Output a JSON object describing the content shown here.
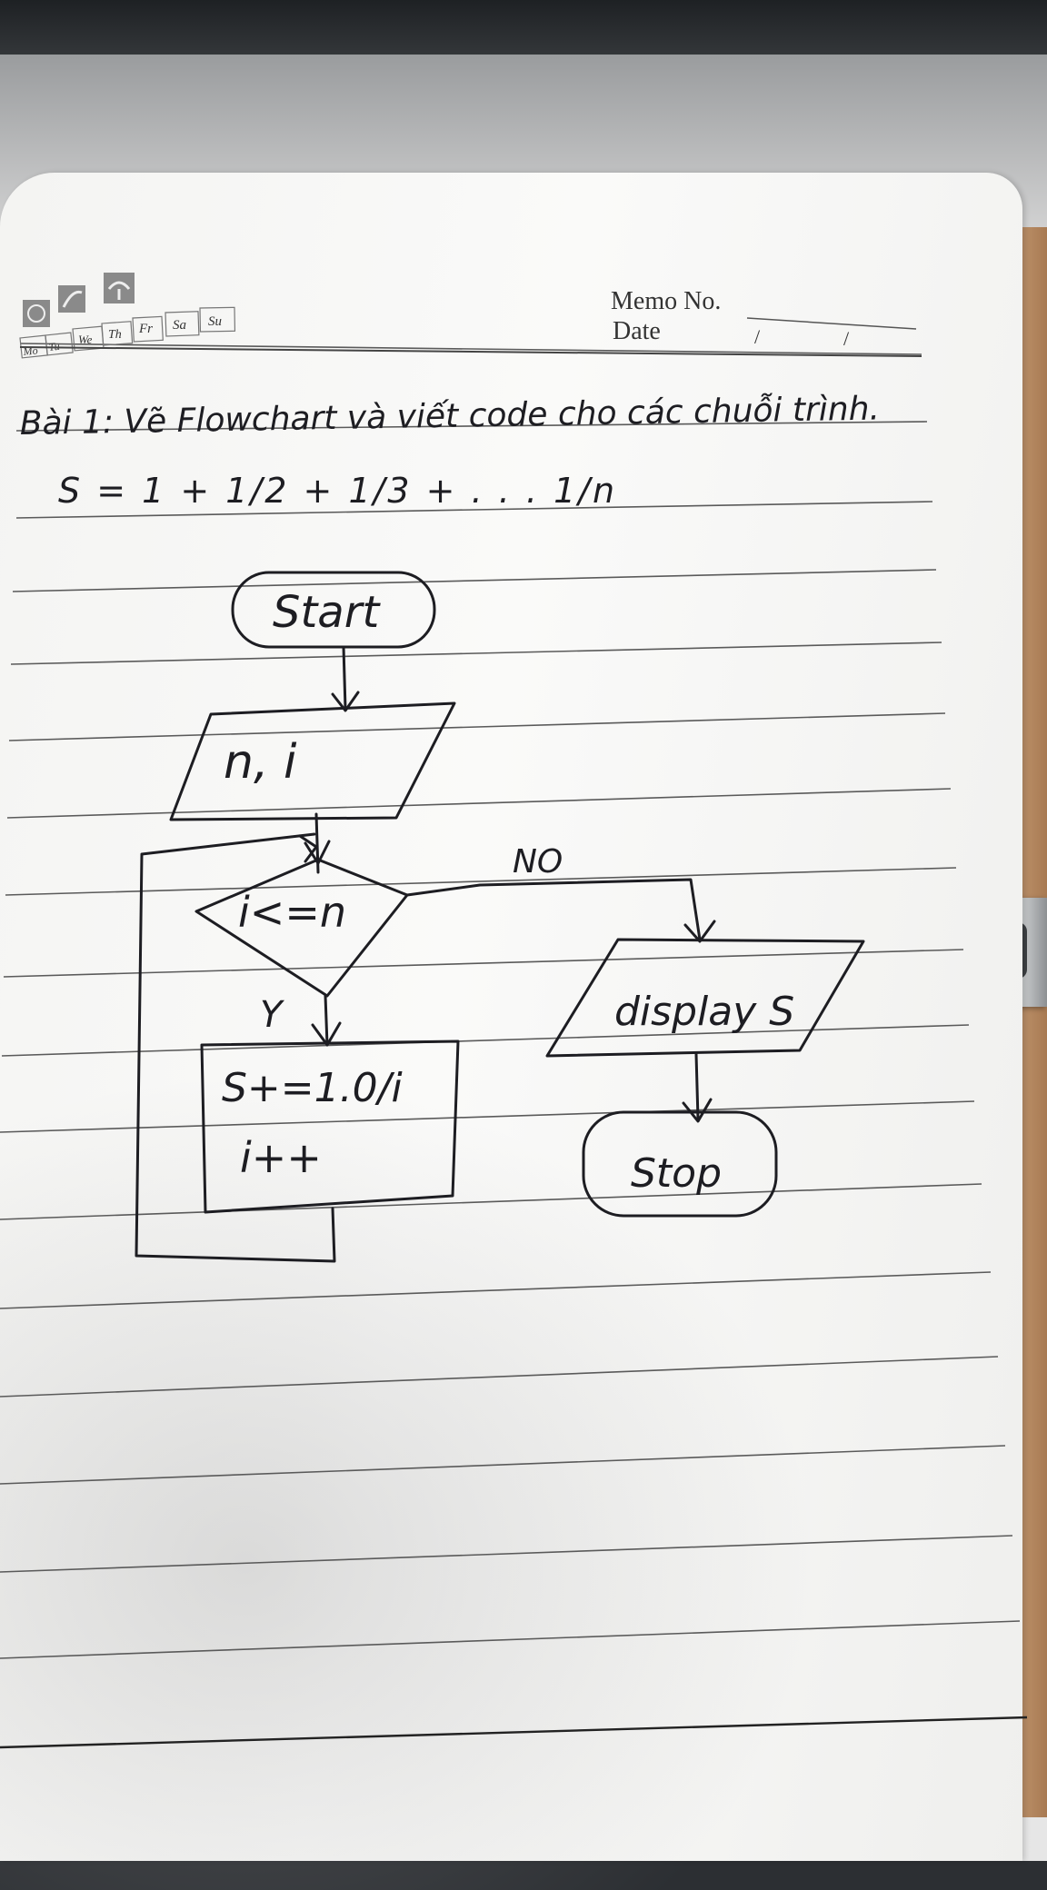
{
  "header": {
    "memo_label": "Memo No.",
    "date_label": "Date",
    "date_slashes": [
      "/",
      "/"
    ],
    "weekdays": [
      "Mo",
      "Tu",
      "We",
      "Th",
      "Fr",
      "Sa",
      "Su"
    ]
  },
  "exercise": {
    "title": "Bài 1: Vẽ Flowchart và viết code cho các chuỗi trình.",
    "formula": "S = 1 + 1/2 + 1/3 + . . . 1/n"
  },
  "flowchart": {
    "start": "Start",
    "input": "n, i",
    "decision": "i<=n",
    "no_label": "NO",
    "yes_label": "Y",
    "process_line1": "S+=1.0/i",
    "process_line2": "i++",
    "output": "display S",
    "stop": "Stop"
  },
  "colors": {
    "ink": "#1d1d22",
    "ruled_line": "#4a4a4a"
  }
}
